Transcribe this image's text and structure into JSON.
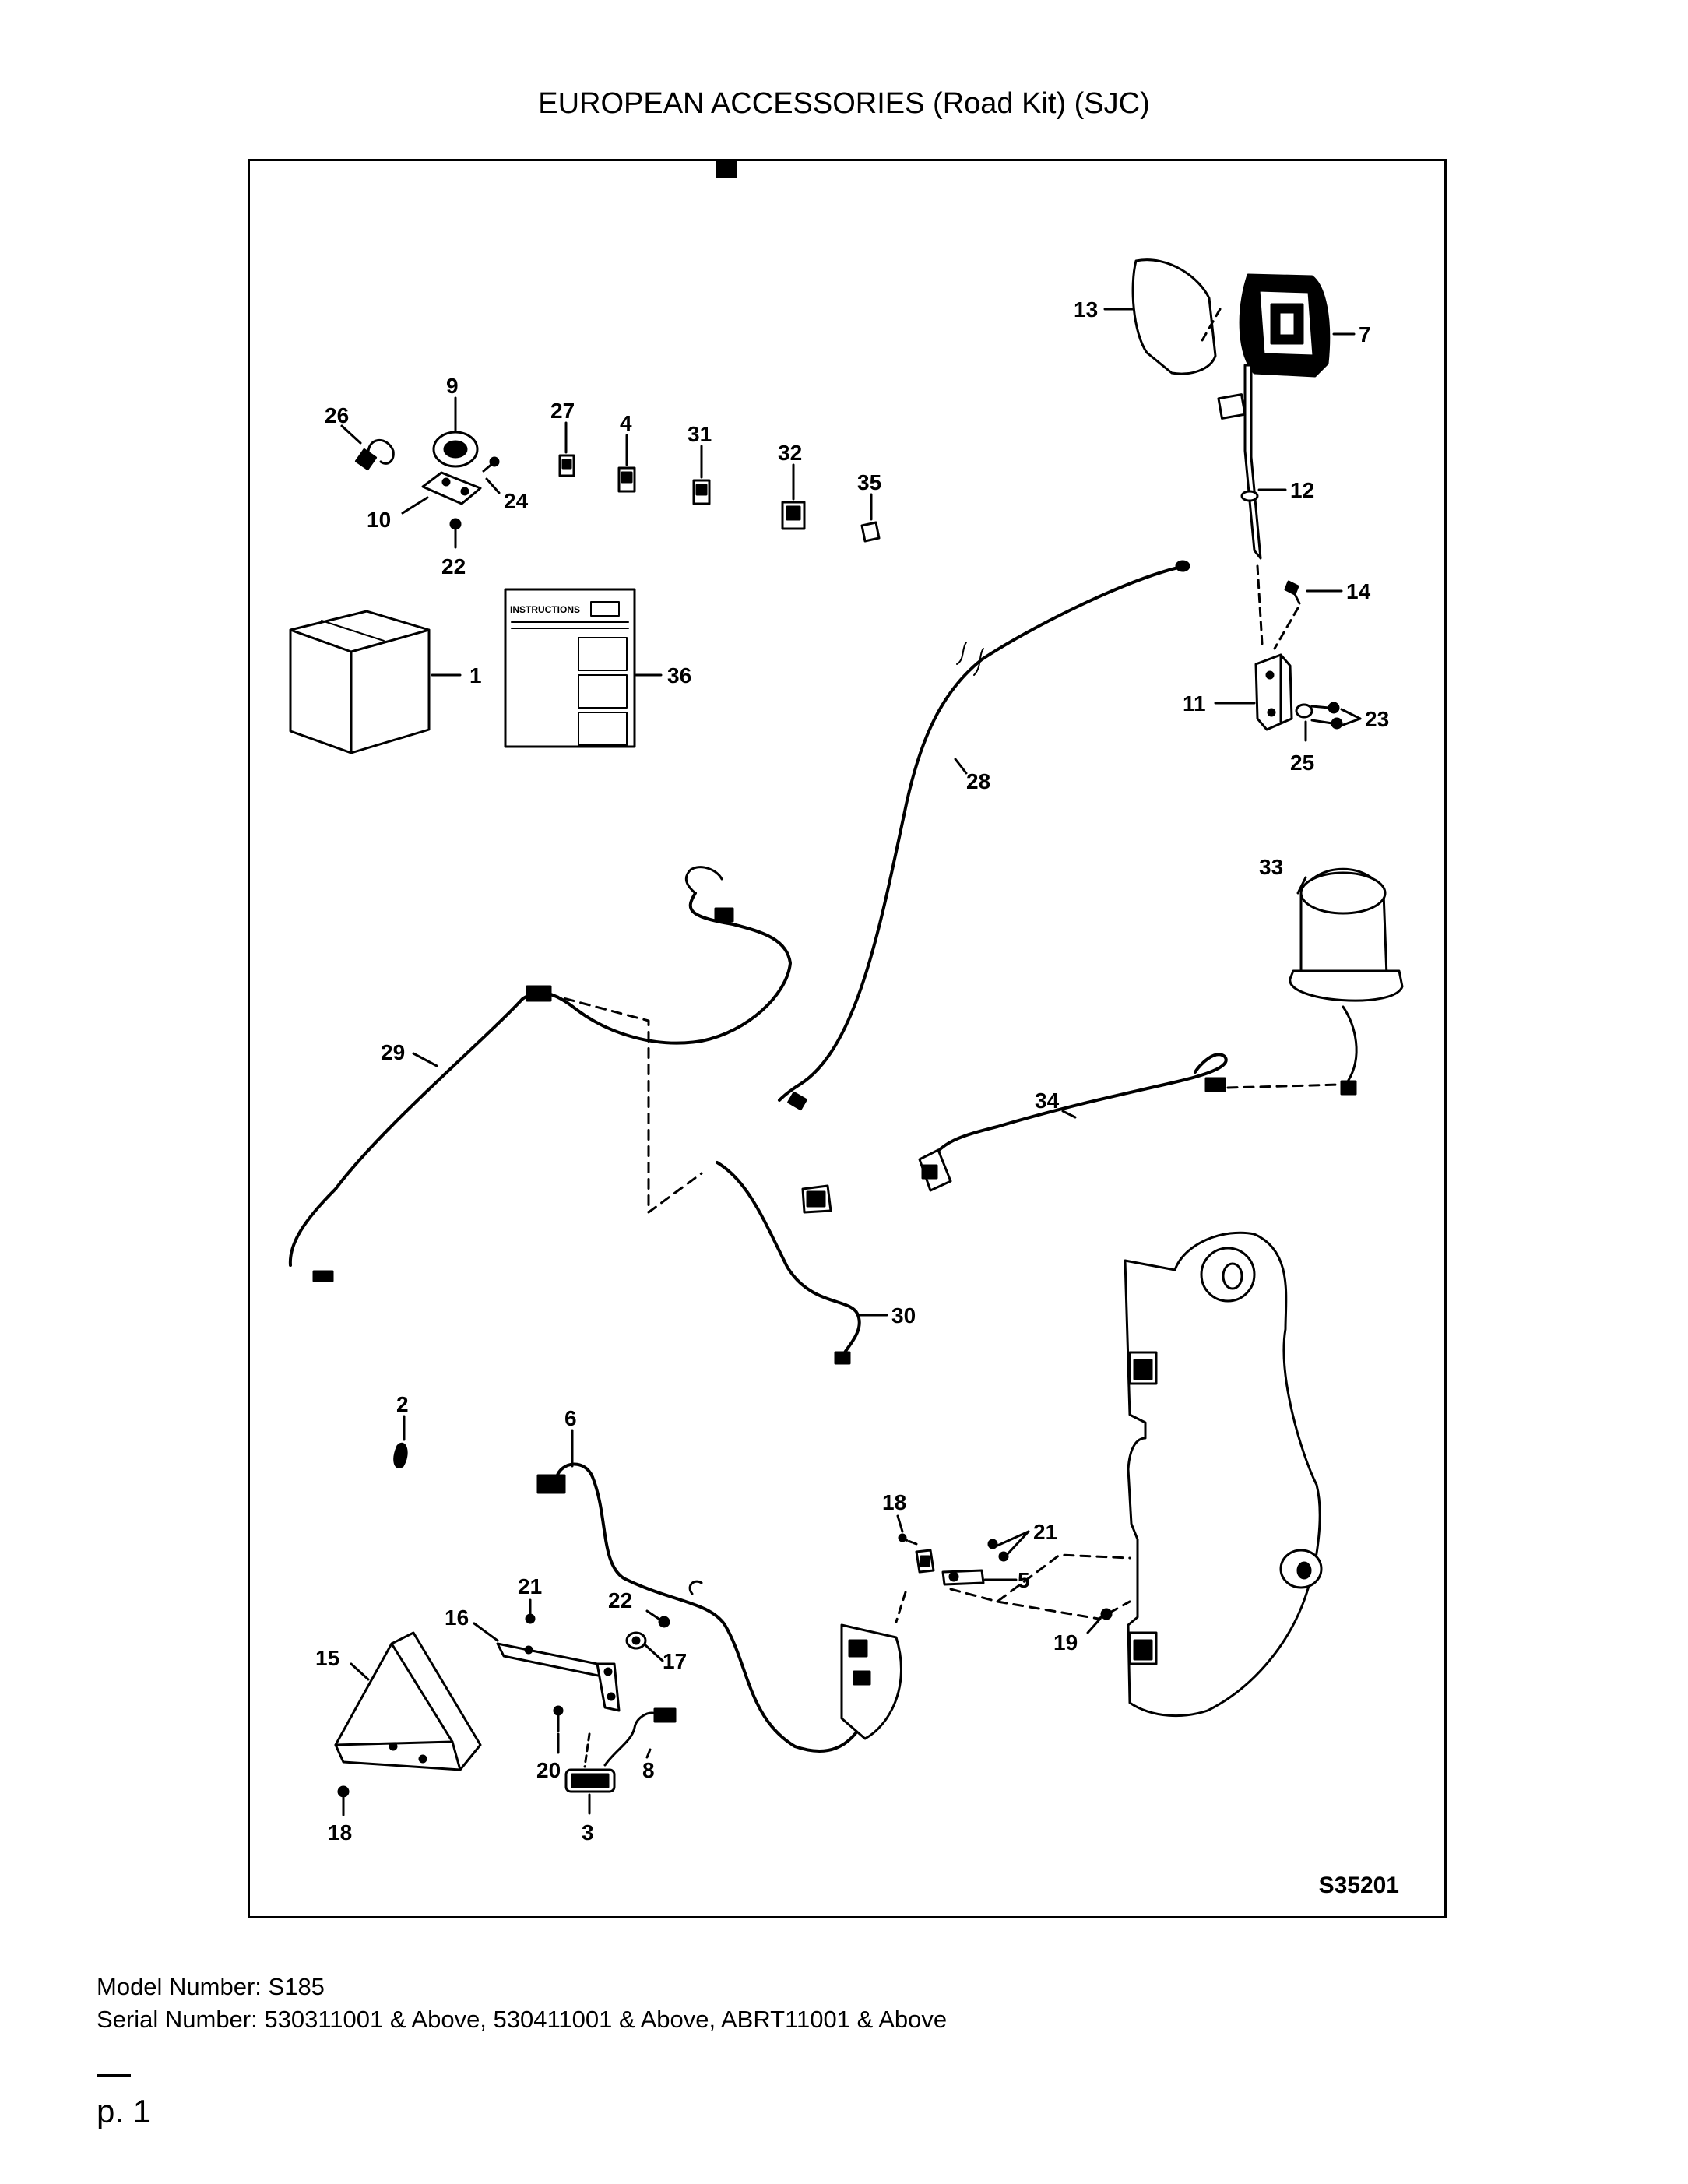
{
  "title": "EUROPEAN ACCESSORIES (Road Kit) (SJC)",
  "figure_id": "S35201",
  "callouts": {
    "c1": "1",
    "c2": "2",
    "c3": "3",
    "c4": "4",
    "c5": "5",
    "c6": "6",
    "c7": "7",
    "c8": "8",
    "c9": "9",
    "c10": "10",
    "c11": "11",
    "c12": "12",
    "c13": "13",
    "c14": "14",
    "c15": "15",
    "c16": "16",
    "c17": "17",
    "c18a": "18",
    "c18b": "18",
    "c19": "19",
    "c20": "20",
    "c21a": "21",
    "c21b": "21",
    "c22a": "22",
    "c22b": "22",
    "c23": "23",
    "c24": "24",
    "c25": "25",
    "c26": "26",
    "c27": "27",
    "c28": "28",
    "c29": "29",
    "c30": "30",
    "c31": "31",
    "c32": "32",
    "c33": "33",
    "c34": "34",
    "c35": "35",
    "c36": "36"
  },
  "instructions_label": "INSTRUCTIONS",
  "footer": {
    "model": "Model Number: S185",
    "serial": "Serial Number: 530311001 & Above, 530411001 & Above, ABRT11001 & Above",
    "page": "p. 1"
  }
}
